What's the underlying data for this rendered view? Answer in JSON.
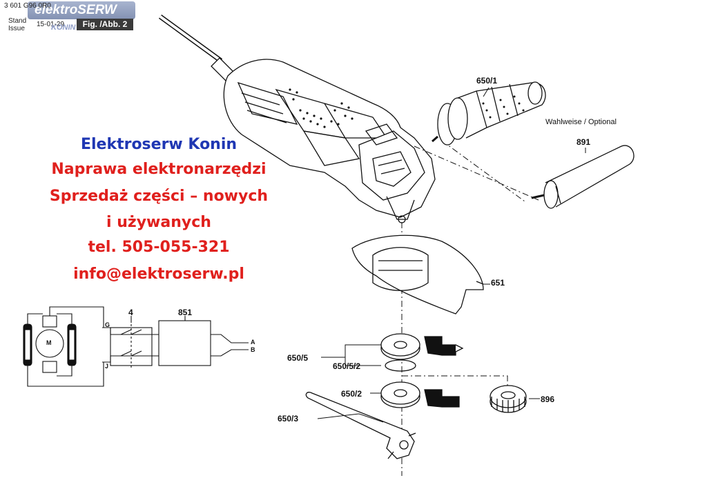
{
  "header": {
    "part_number": "3 601 G96 0R0",
    "stand_label": "Stand",
    "issue_label": "Issue",
    "date": "15-01-29",
    "figure_label": "Fig. /Abb. 2",
    "logo_text": "elektroSERW",
    "logo_sub": "KONIN"
  },
  "advert": {
    "title": "Elektroserw Konin",
    "line1": "Naprawa elektronarzędzi",
    "line2": "Sprzedaż części – nowych",
    "line3": "i używanych",
    "phone": "tel. 505-055-321",
    "email": "info@elektroserw.pl",
    "title_color": "#1f37b3",
    "text_color": "#e0201d"
  },
  "parts": {
    "handle_a": "650/1",
    "optional_note": "Wahlweise / Optional",
    "handle_b": "891",
    "guard": "651",
    "flange_set": "650/5",
    "flange_ring": "650/5/2",
    "flange_lower": "650/2",
    "wrench": "650/3",
    "quick_nut": "896",
    "switch": "4",
    "electronics": "851"
  },
  "wiring": {
    "motor": "M",
    "terminal_g": "G",
    "terminal_j": "J",
    "out_a": "A",
    "out_b": "B"
  }
}
